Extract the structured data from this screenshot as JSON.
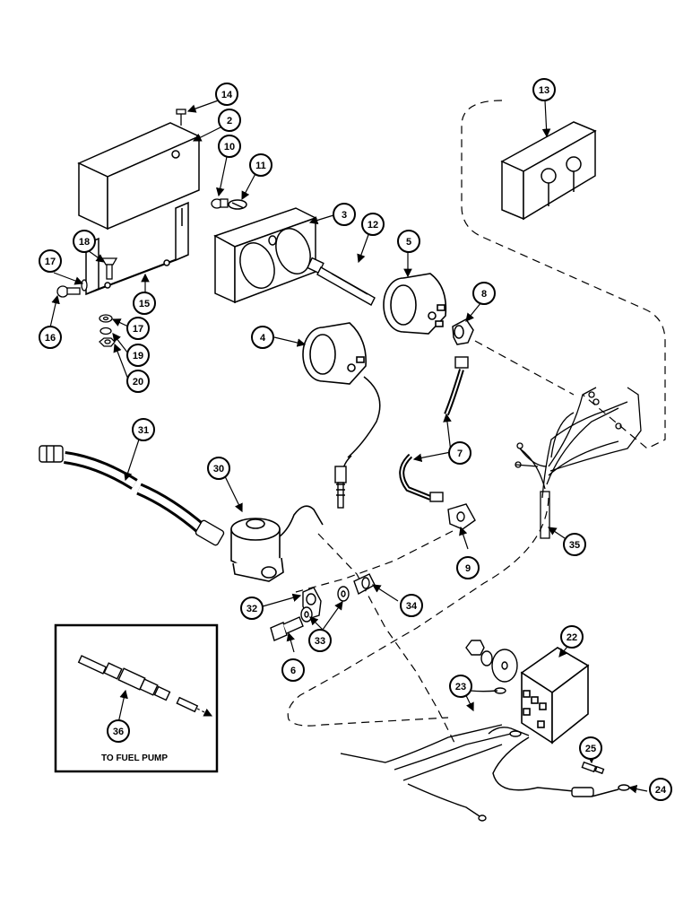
{
  "callouts": {
    "c2": "2",
    "c3": "3",
    "c4": "4",
    "c5": "5",
    "c6": "6",
    "c7": "7",
    "c8": "8",
    "c9": "9",
    "c10": "10",
    "c11": "11",
    "c12": "12",
    "c13": "13",
    "c14": "14",
    "c15": "15",
    "c16": "16",
    "c17a": "17",
    "c17b": "17",
    "c18": "18",
    "c19": "19",
    "c20": "20",
    "c22": "22",
    "c23": "23",
    "c24": "24",
    "c25": "25",
    "c30": "30",
    "c31": "31",
    "c32": "32",
    "c33": "33",
    "c34": "34",
    "c35": "35",
    "c36": "36"
  },
  "inset": {
    "label": "TO FUEL PUMP"
  },
  "colors": {
    "ink": "#000000",
    "paper": "#ffffff"
  }
}
